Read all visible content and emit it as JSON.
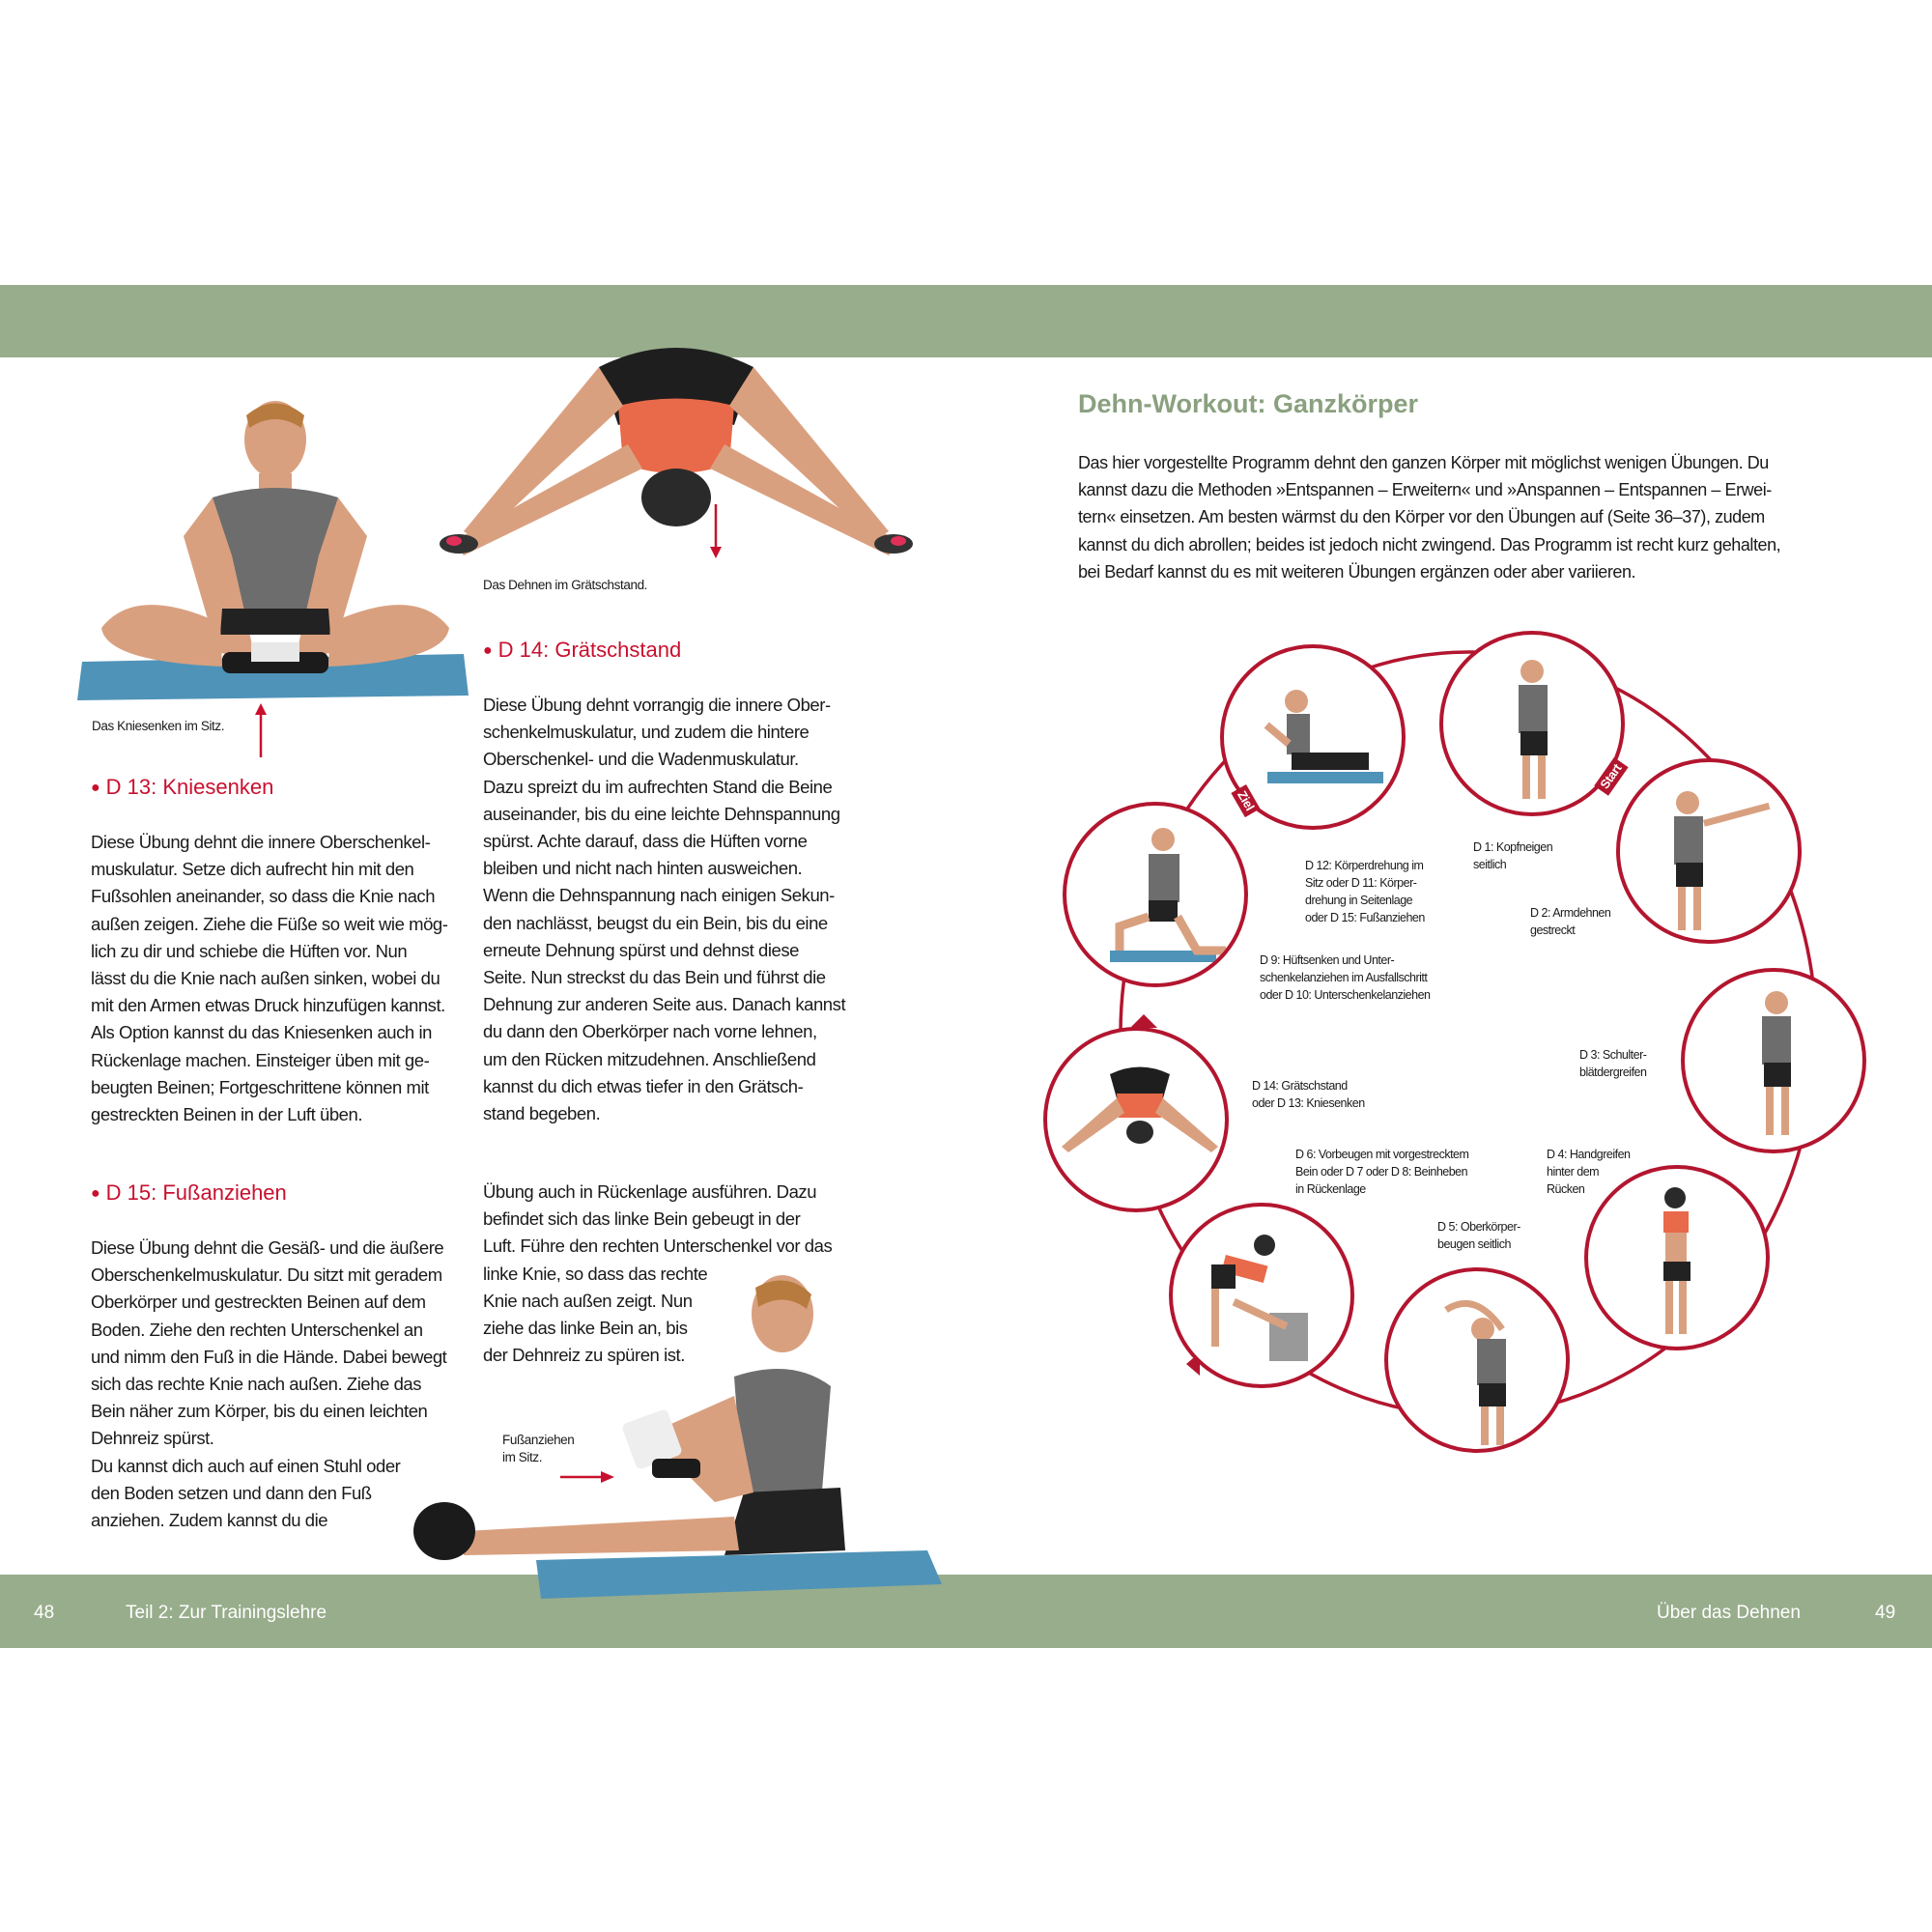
{
  "left_page": {
    "caption_kniesenken": "Das Kniesenken im Sitz.",
    "caption_graetsch": "Das Dehnen im Grätschstand.",
    "caption_fussanziehen": "Fußanziehen\nim Sitz.",
    "d13": {
      "heading": "D 13: Kniesenken",
      "text": "Diese Übung dehnt die innere Oberschenkel-\nmuskulatur. Setze dich aufrecht hin mit den\nFußsohlen aneinander, so dass die Knie nach\naußen zeigen. Ziehe die Füße so weit wie mög-\nlich zu dir und schiebe die Hüften vor. Nun\nlässt du die Knie nach außen sinken, wobei du\nmit den Armen etwas Druck hinzufügen kannst.\nAls Option kannst du das Kniesenken auch in\nRückenlage machen. Einsteiger üben mit ge-\nbeugten Beinen; Fortgeschrittene können mit\ngestreckten Beinen in der Luft üben."
    },
    "d14": {
      "heading": "D 14: Grätschstand",
      "text": "Diese Übung dehnt vorrangig die innere Ober-\nschenkelmuskulatur, und zudem die hintere\nOberschenkel- und die Wadenmuskulatur.\nDazu spreizt du im aufrechten Stand die Beine\nauseinander, bis du eine leichte Dehnspannung\nspürst. Achte darauf, dass die Hüften vorne\nbleiben und nicht nach hinten ausweichen.\nWenn die Dehnspannung nach einigen Sekun-\nden nachlässt, beugst du ein Bein, bis du eine\nerneute Dehnung spürst und dehnst diese\nSeite. Nun streckst du das Bein und führst die\nDehnung zur anderen Seite aus. Danach kannst\ndu dann den Oberkörper nach vorne lehnen,\num den Rücken mitzudehnen. Anschließend\nkannst du dich etwas tiefer in den Grätsch-\nstand begeben."
    },
    "d15": {
      "heading": "D 15: Fußanziehen",
      "text": "Diese Übung dehnt die Gesäß- und die äußere\nOberschenkelmuskulatur. Du sitzt mit geradem\nOberkörper und gestreckten Beinen auf dem\nBoden. Ziehe den rechten Unterschenkel an\nund nimm den Fuß in die Hände. Dabei bewegt\nsich das rechte Knie nach außen. Ziehe das\nBein näher zum Körper, bis du einen leichten\nDehnreiz spürst.\nDu kannst dich auch auf einen Stuhl oder\nden Boden setzen und dann den Fuß\nanziehen. Zudem kannst du die",
      "text_continued": "Übung auch in Rückenlage ausführen. Dazu\nbefindet sich das linke Bein gebeugt in der\nLuft. Führe den rechten Unterschenkel vor das\nlinke Knie, so dass das rechte\nKnie nach außen zeigt. Nun\nziehe das linke Bein an, bis\nder Dehnreiz zu spüren ist."
    }
  },
  "right_page": {
    "title": "Dehn-Workout: Ganzkörper",
    "intro": "Das hier vorgestellte Programm dehnt den ganzen Körper mit möglichst wenigen Übungen. Du\nkannst dazu die Methoden »Entspannen – Erweitern« und »Anspannen – Entspannen – Erwei-\ntern« einsetzen. Am besten wärmst du den Körper vor den Übungen auf (Seite 36–37), zudem\nkannst du dich abrollen; beides ist jedoch nicht zwingend. Das Programm ist recht kurz gehalten,\nbei Bedarf kannst du es mit weiteren Übungen ergänzen oder aber variieren.",
    "start_label": "Start",
    "ziel_label": "Ziel",
    "circuit_labels": {
      "d1": "D 1: Kopfneigen\nseitlich",
      "d2": "D 2: Armdehnen\ngestreckt",
      "d3": "D 3: Schulter-\nblätdergreifen",
      "d4": "D 4: Handgreifen\nhinter dem\nRücken",
      "d5": "D 5: Oberkörper-\nbeugen seitlich",
      "d6": "D 6: Vorbeugen mit vorgestrecktem\nBein oder D 7 oder D 8: Beinheben\nin Rückenlage",
      "d14": "D 14: Grätschstand\noder D 13: Kniesenken",
      "d9": "D 9: Hüftsenken und Unter-\nschenkelanziehen im Ausfallschritt\noder D 10: Unterschenkelanziehen",
      "d12": "D 12: Körperdrehung im\nSitz oder D 11: Körper-\ndrehung in Seitenlage\noder D 15: Fußanziehen"
    }
  },
  "footer": {
    "page_left": "48",
    "section_left": "Teil 2: Zur Trainingslehre",
    "section_right": "Über das Dehnen",
    "page_right": "49"
  },
  "colors": {
    "band": "#98ad8c",
    "accent_red": "#c8102e",
    "title_green": "#8aa07f",
    "mat_blue": "#4f93b8"
  },
  "icons": [
    "exercise-photo",
    "circuit-arrow"
  ]
}
